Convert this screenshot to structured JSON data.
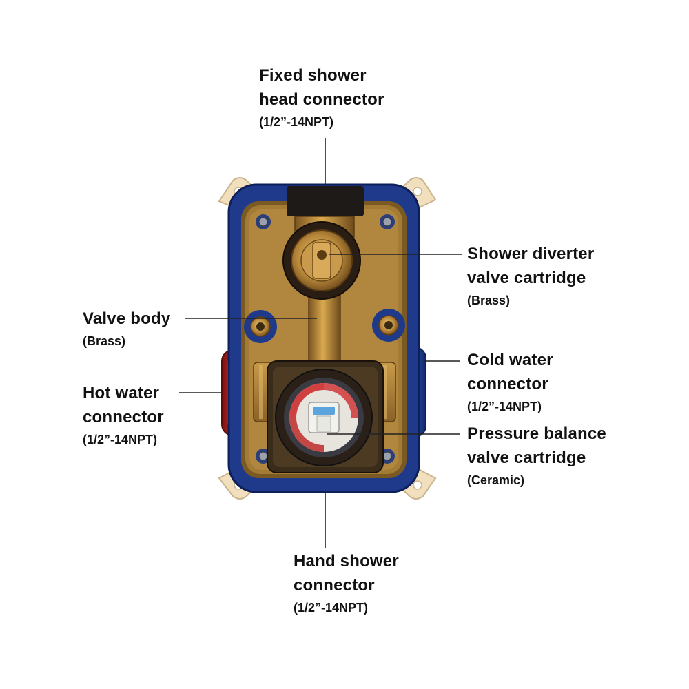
{
  "labels": {
    "fixed_shower_head": {
      "line1": "Fixed shower",
      "line2": "head connector",
      "spec": "(1/2”-14NPT)"
    },
    "shower_diverter": {
      "line1": "Shower diverter",
      "line2": "valve cartridge",
      "spec": "(Brass)"
    },
    "valve_body": {
      "line1": "Valve body",
      "spec": "(Brass)"
    },
    "hot_water": {
      "line1": "Hot water",
      "line2": "connector",
      "spec": "(1/2”-14NPT)"
    },
    "cold_water": {
      "line1": "Cold water",
      "line2": "connector",
      "spec": "(1/2”-14NPT)"
    },
    "pressure_balance": {
      "line1": "Pressure balance",
      "line2": "valve cartridge",
      "spec": "(Ceramic)"
    },
    "hand_shower": {
      "line1": "Hand shower",
      "line2": "connector",
      "spec": "(1/2”-14NPT)"
    }
  },
  "colors": {
    "housing_blue": "#1f3a8a",
    "brass": "#b8893c",
    "red_cap": "#c62828",
    "leader_line": "#222222"
  }
}
